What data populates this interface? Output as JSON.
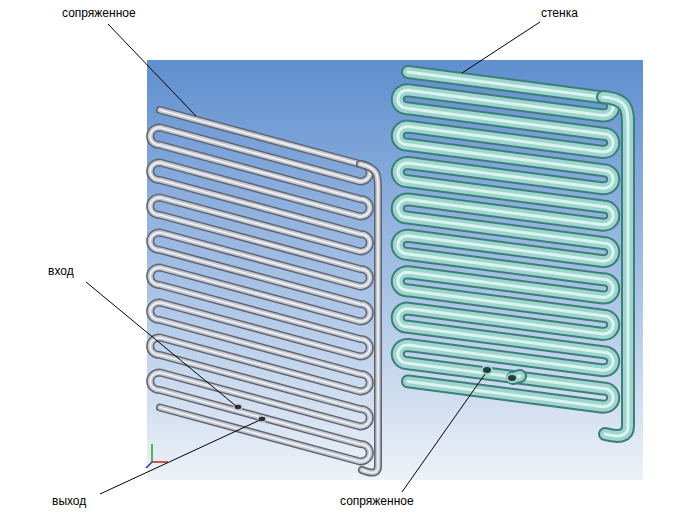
{
  "diagram": {
    "labels": [
      "сопряженное",
      "стенка",
      "вход",
      "выход",
      "сопряженное"
    ]
  }
}
